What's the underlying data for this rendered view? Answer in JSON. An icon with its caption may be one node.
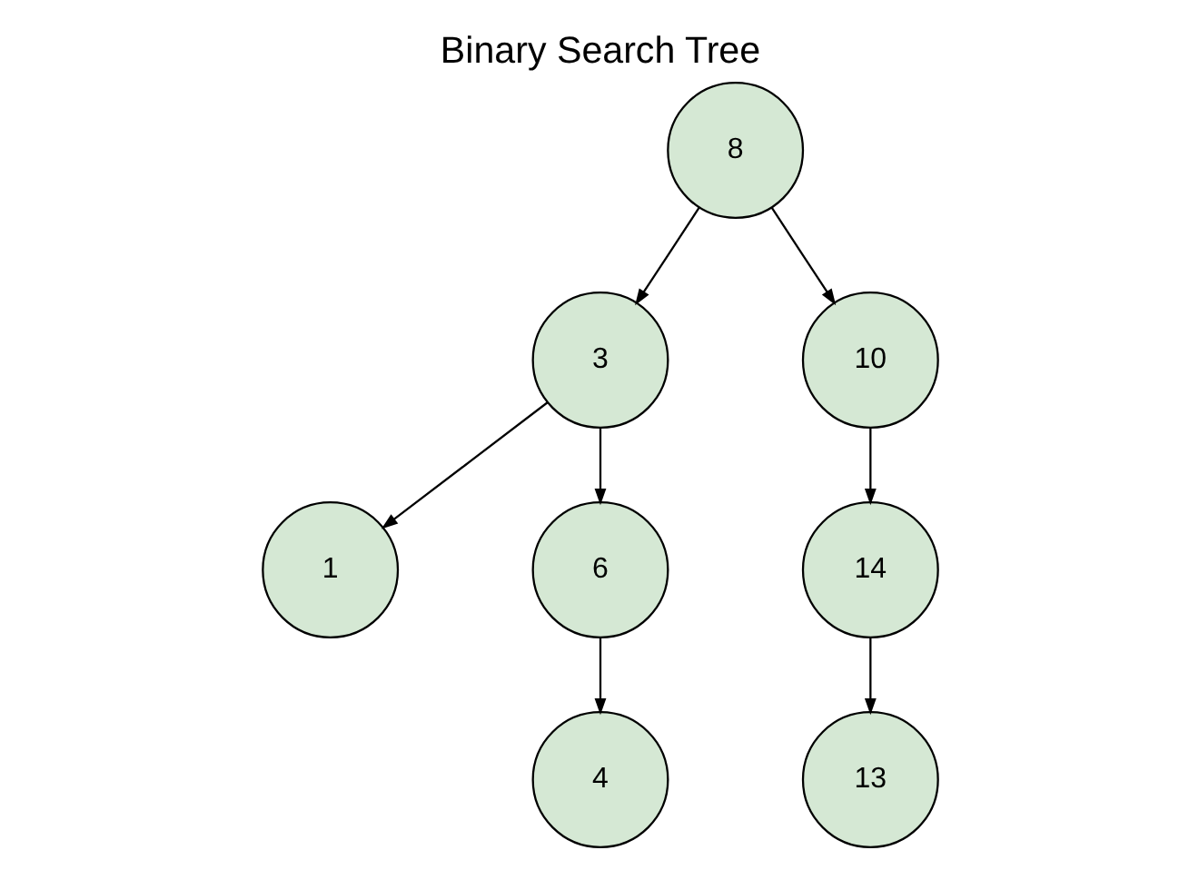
{
  "diagram": {
    "title": "Binary Search Tree",
    "nodes": [
      {
        "text": [
          "8"
        ]
      },
      {
        "text": [
          "3"
        ]
      },
      {
        "text": [
          "10"
        ]
      },
      {
        "text": [
          "1"
        ]
      },
      {
        "text": [
          "6"
        ]
      },
      {
        "text": [
          "14"
        ]
      },
      {
        "text": [
          "4"
        ]
      },
      {
        "text": [
          "13"
        ]
      }
    ],
    "edges": [
      {
        "from": 0,
        "to": 1,
        "arrow": "to"
      },
      {
        "from": 0,
        "to": 2,
        "arrow": "to"
      },
      {
        "from": 1,
        "to": 3,
        "arrow": "to"
      },
      {
        "from": 1,
        "to": 4,
        "arrow": "to"
      },
      {
        "from": 2,
        "to": 5,
        "arrow": "to"
      },
      {
        "from": 4,
        "to": 6,
        "arrow": "to"
      },
      {
        "from": 5,
        "to": 7,
        "arrow": "to"
      }
    ]
  }
}
